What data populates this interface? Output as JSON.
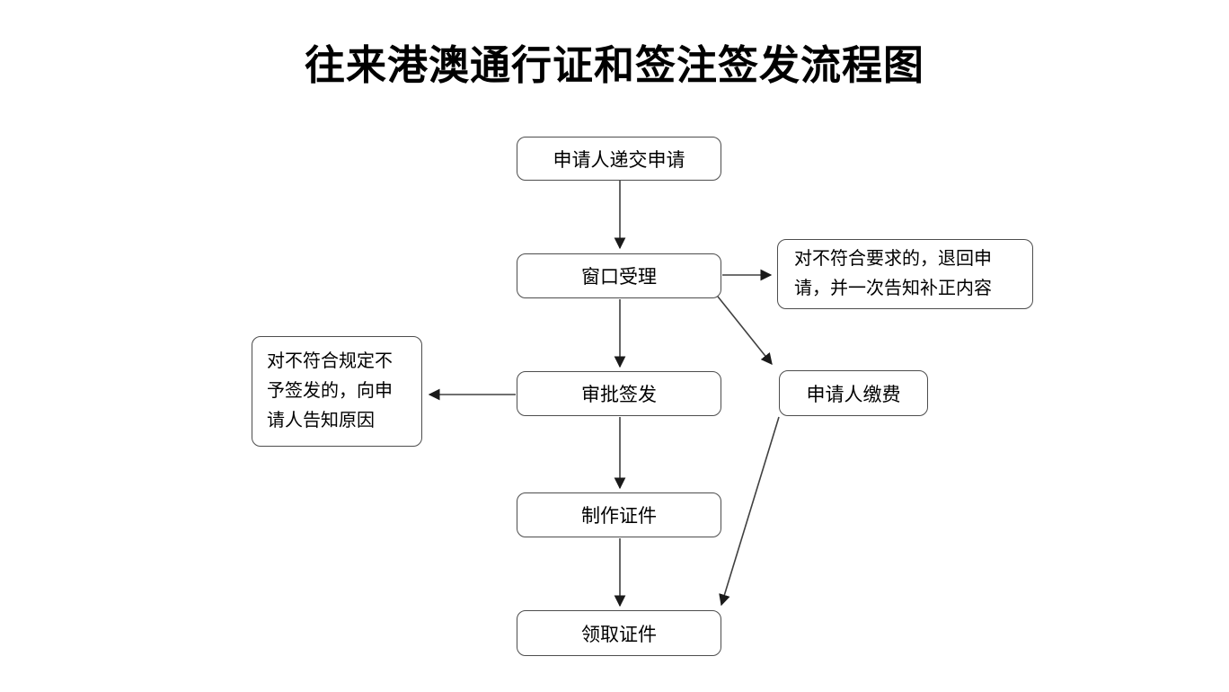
{
  "title": "往来港澳通行证和签注签发流程图",
  "diagram": {
    "nodes": {
      "submit": "申请人递交申请",
      "window": "窗口受理",
      "return_note": "对不符合要求的，退回申请，并一次告知补正内容",
      "approve": "审批签发",
      "reject_note": "对不符合规定不予签发的，向申请人告知原因",
      "pay": "申请人缴费",
      "make": "制作证件",
      "collect": "领取证件"
    },
    "edges": [
      {
        "from": "申请人递交申请",
        "to": "窗口受理"
      },
      {
        "from": "窗口受理",
        "to": "对不符合要求的，退回申请，并一次告知补正内容"
      },
      {
        "from": "窗口受理",
        "to": "审批签发"
      },
      {
        "from": "窗口受理",
        "to": "申请人缴费"
      },
      {
        "from": "审批签发",
        "to": "对不符合规定不予签发的，向申请人告知原因"
      },
      {
        "from": "审批签发",
        "to": "制作证件"
      },
      {
        "from": "制作证件",
        "to": "领取证件"
      },
      {
        "from": "申请人缴费",
        "to": "领取证件"
      }
    ],
    "colors": {
      "background": "#ffffff",
      "node_border": "#4d4d4d",
      "line": "#404040",
      "arrowhead": "#1a1a1a",
      "text": "#000000"
    }
  }
}
